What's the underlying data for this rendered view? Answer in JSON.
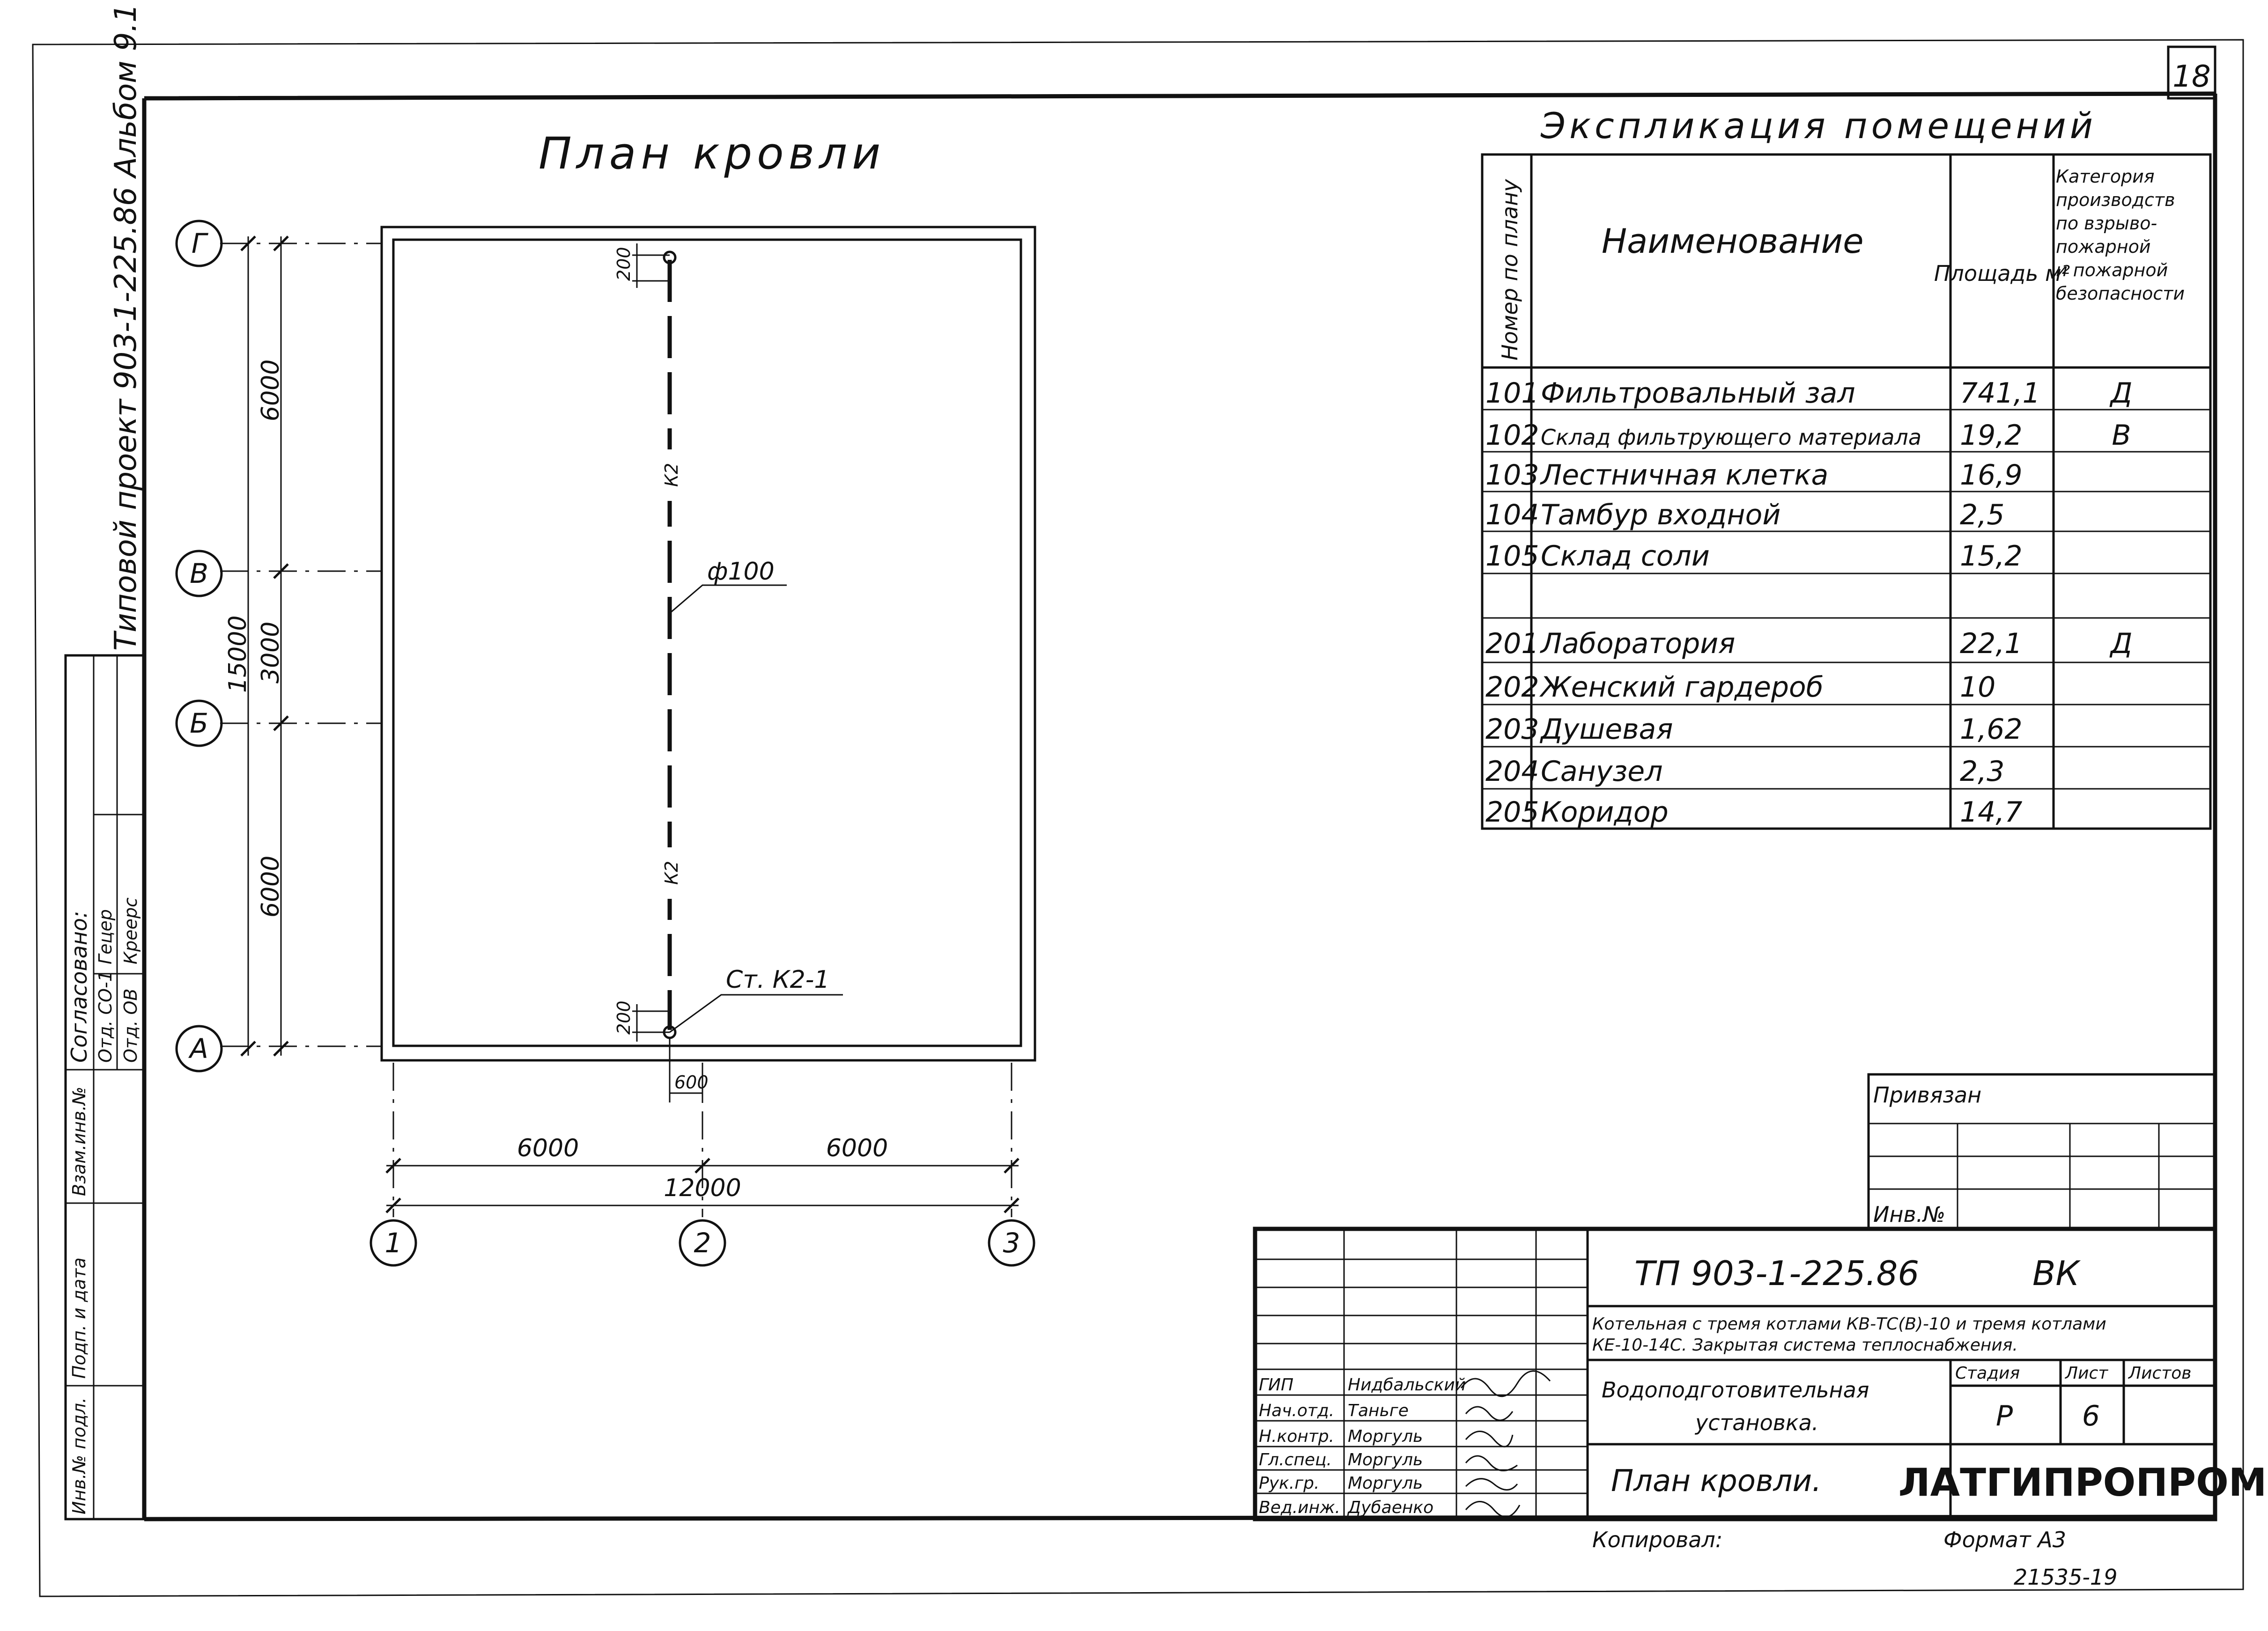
{
  "sheet_number": "18",
  "side_stamp": "Типовой проект 903-1-225.86 Альбом 9.1",
  "plan": {
    "title": "План кровли",
    "axes_letters": [
      "Г",
      "В",
      "Б",
      "А"
    ],
    "axes_numbers": [
      "1",
      "2",
      "3"
    ],
    "vert_dims": {
      "a": "6000",
      "b": "3000",
      "c": "6000",
      "total": "15000"
    },
    "horiz_dims": {
      "a": "6000",
      "b": "6000",
      "total": "12000"
    },
    "offset_top": "200",
    "offset_bottom": "200",
    "offset_600": "600",
    "pipe_label_1": "К2",
    "pipe_label_2": "К2",
    "diameter": "ф100",
    "riser": "Ст. К2-1"
  },
  "explication": {
    "title": "Экспликация помещений",
    "headers": {
      "num": "Номер по плану",
      "name": "Наименование",
      "area": "Площадь м²",
      "category": [
        "Категория",
        "производств",
        "по взрыво-",
        "пожарной",
        "и пожарной",
        "безопасности"
      ]
    },
    "rows": [
      {
        "num": "101",
        "name": "Фильтровальный зал",
        "area": "741,1",
        "cat": "Д"
      },
      {
        "num": "102",
        "name": "Склад фильтрующего материала",
        "area": "19,2",
        "cat": "В"
      },
      {
        "num": "103",
        "name": "Лестничная клетка",
        "area": "16,9",
        "cat": ""
      },
      {
        "num": "104",
        "name": "Тамбур входной",
        "area": "2,5",
        "cat": ""
      },
      {
        "num": "105",
        "name": "Склад соли",
        "area": "15,2",
        "cat": ""
      },
      {
        "num": "",
        "name": "",
        "area": "",
        "cat": ""
      },
      {
        "num": "201",
        "name": "Лаборатория",
        "area": "22,1",
        "cat": "Д"
      },
      {
        "num": "202",
        "name": "Женский гардероб",
        "area": "10",
        "cat": ""
      },
      {
        "num": "203",
        "name": "Душевая",
        "area": "1,62",
        "cat": ""
      },
      {
        "num": "204",
        "name": "Санузел",
        "area": "2,3",
        "cat": ""
      },
      {
        "num": "205",
        "name": "Коридор",
        "area": "14,7",
        "cat": ""
      }
    ]
  },
  "approval": {
    "title": "Согласовано:",
    "rows": [
      {
        "dept": "Отд. СО-1",
        "name": "Гецер"
      },
      {
        "dept": "Отд. ОВ",
        "name": "Креерс"
      }
    ],
    "cols": [
      "Взам.инв.№",
      "Подп. и дата",
      "Инв.№ подл."
    ]
  },
  "tied": {
    "label": "Привязан",
    "inv": "Инв.№"
  },
  "title_block": {
    "code": "ТП 903-1-225.86",
    "mark": "ВК",
    "description_1": "Котельная с тремя котлами КВ-ТС(В)-10 и тремя котлами",
    "description_2": "КЕ-10-14С. Закрытая система теплоснабжения.",
    "object_1": "Водоподготовительная",
    "object_2": "установка.",
    "sheet_name": "План кровли.",
    "stage_h": "Стадия",
    "sheet_h": "Лист",
    "sheets_h": "Листов",
    "stage": "Р",
    "sheet": "6",
    "org": "ЛАТГИПРОПРОМ",
    "roles": [
      {
        "role": "ГИП",
        "name": "Нидбальский"
      },
      {
        "role": "Нач.отд.",
        "name": "Таньге"
      },
      {
        "role": "Н.контр.",
        "name": "Моргуль"
      },
      {
        "role": "Гл.спец.",
        "name": "Моргуль"
      },
      {
        "role": "Рук.гр.",
        "name": "Моргуль"
      },
      {
        "role": "Вед.инж.",
        "name": "Дубаенко"
      }
    ],
    "copied": "Копировал:",
    "format": "Формат А3",
    "archive": "21535-19"
  },
  "colors": {
    "ink": "#111111",
    "paper": "#ffffff"
  }
}
